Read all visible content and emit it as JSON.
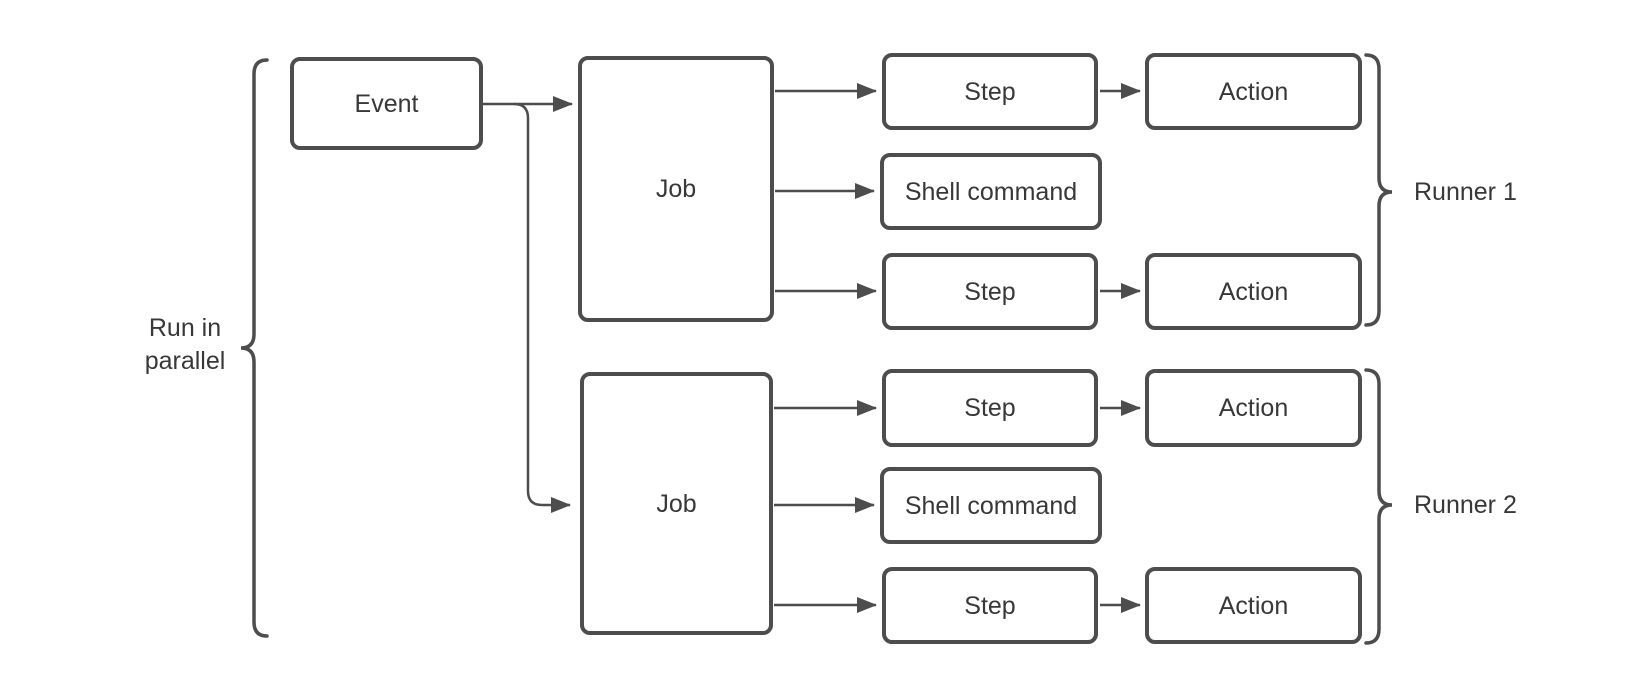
{
  "diagram": {
    "colors": {
      "stroke": "#4d4d4d",
      "text": "#383838",
      "background": "#ffffff"
    },
    "nodes": {
      "event": "Event",
      "job_1": "Job",
      "step_1": "Step",
      "shell_command_1": "Shell command",
      "step_2": "Step",
      "action_1": "Action",
      "action_2": "Action",
      "job_2": "Job",
      "step_3": "Step",
      "shell_command_2": "Shell command",
      "step_4": "Step",
      "action_3": "Action",
      "action_4": "Action"
    },
    "annotations": {
      "parallel": "Run in\nparallel",
      "runner_1": "Runner 1",
      "runner_2": "Runner 2"
    }
  }
}
